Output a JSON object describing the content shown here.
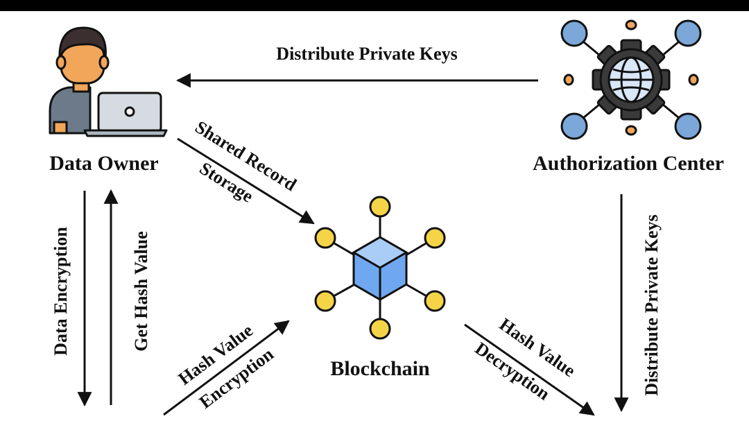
{
  "nodes": {
    "data_owner": {
      "label": "Data Owner",
      "icon": "user-laptop-icon"
    },
    "authorization_center": {
      "label": "Authorization Center",
      "icon": "gear-network-icon"
    },
    "blockchain": {
      "label": "Blockchain",
      "icon": "blockchain-cube-icon"
    }
  },
  "edges": {
    "auth_to_owner": "Distribute Private Keys",
    "owner_to_chain_1": "Shared Record",
    "owner_to_chain_2": "Storage",
    "owner_down": "Data Encryption",
    "owner_up": "Get Hash Value",
    "to_chain_1": "Hash Value",
    "to_chain_2": "Encryption",
    "chain_out_1": "Hash Value",
    "chain_out_2": "Decryption",
    "auth_down": "Distribute Private Keys"
  },
  "colors": {
    "skin": "#F2A65A",
    "hair": "#3B2F2F",
    "shirt": "#6C7A89",
    "laptop": "#D5DBE1",
    "gear": "#3A3A3A",
    "globe": "#D9E7F7",
    "node_blue": "#7BA7D9",
    "node_yellow": "#F5D547",
    "cube": "#6FA8F0",
    "outline": "#111111"
  }
}
